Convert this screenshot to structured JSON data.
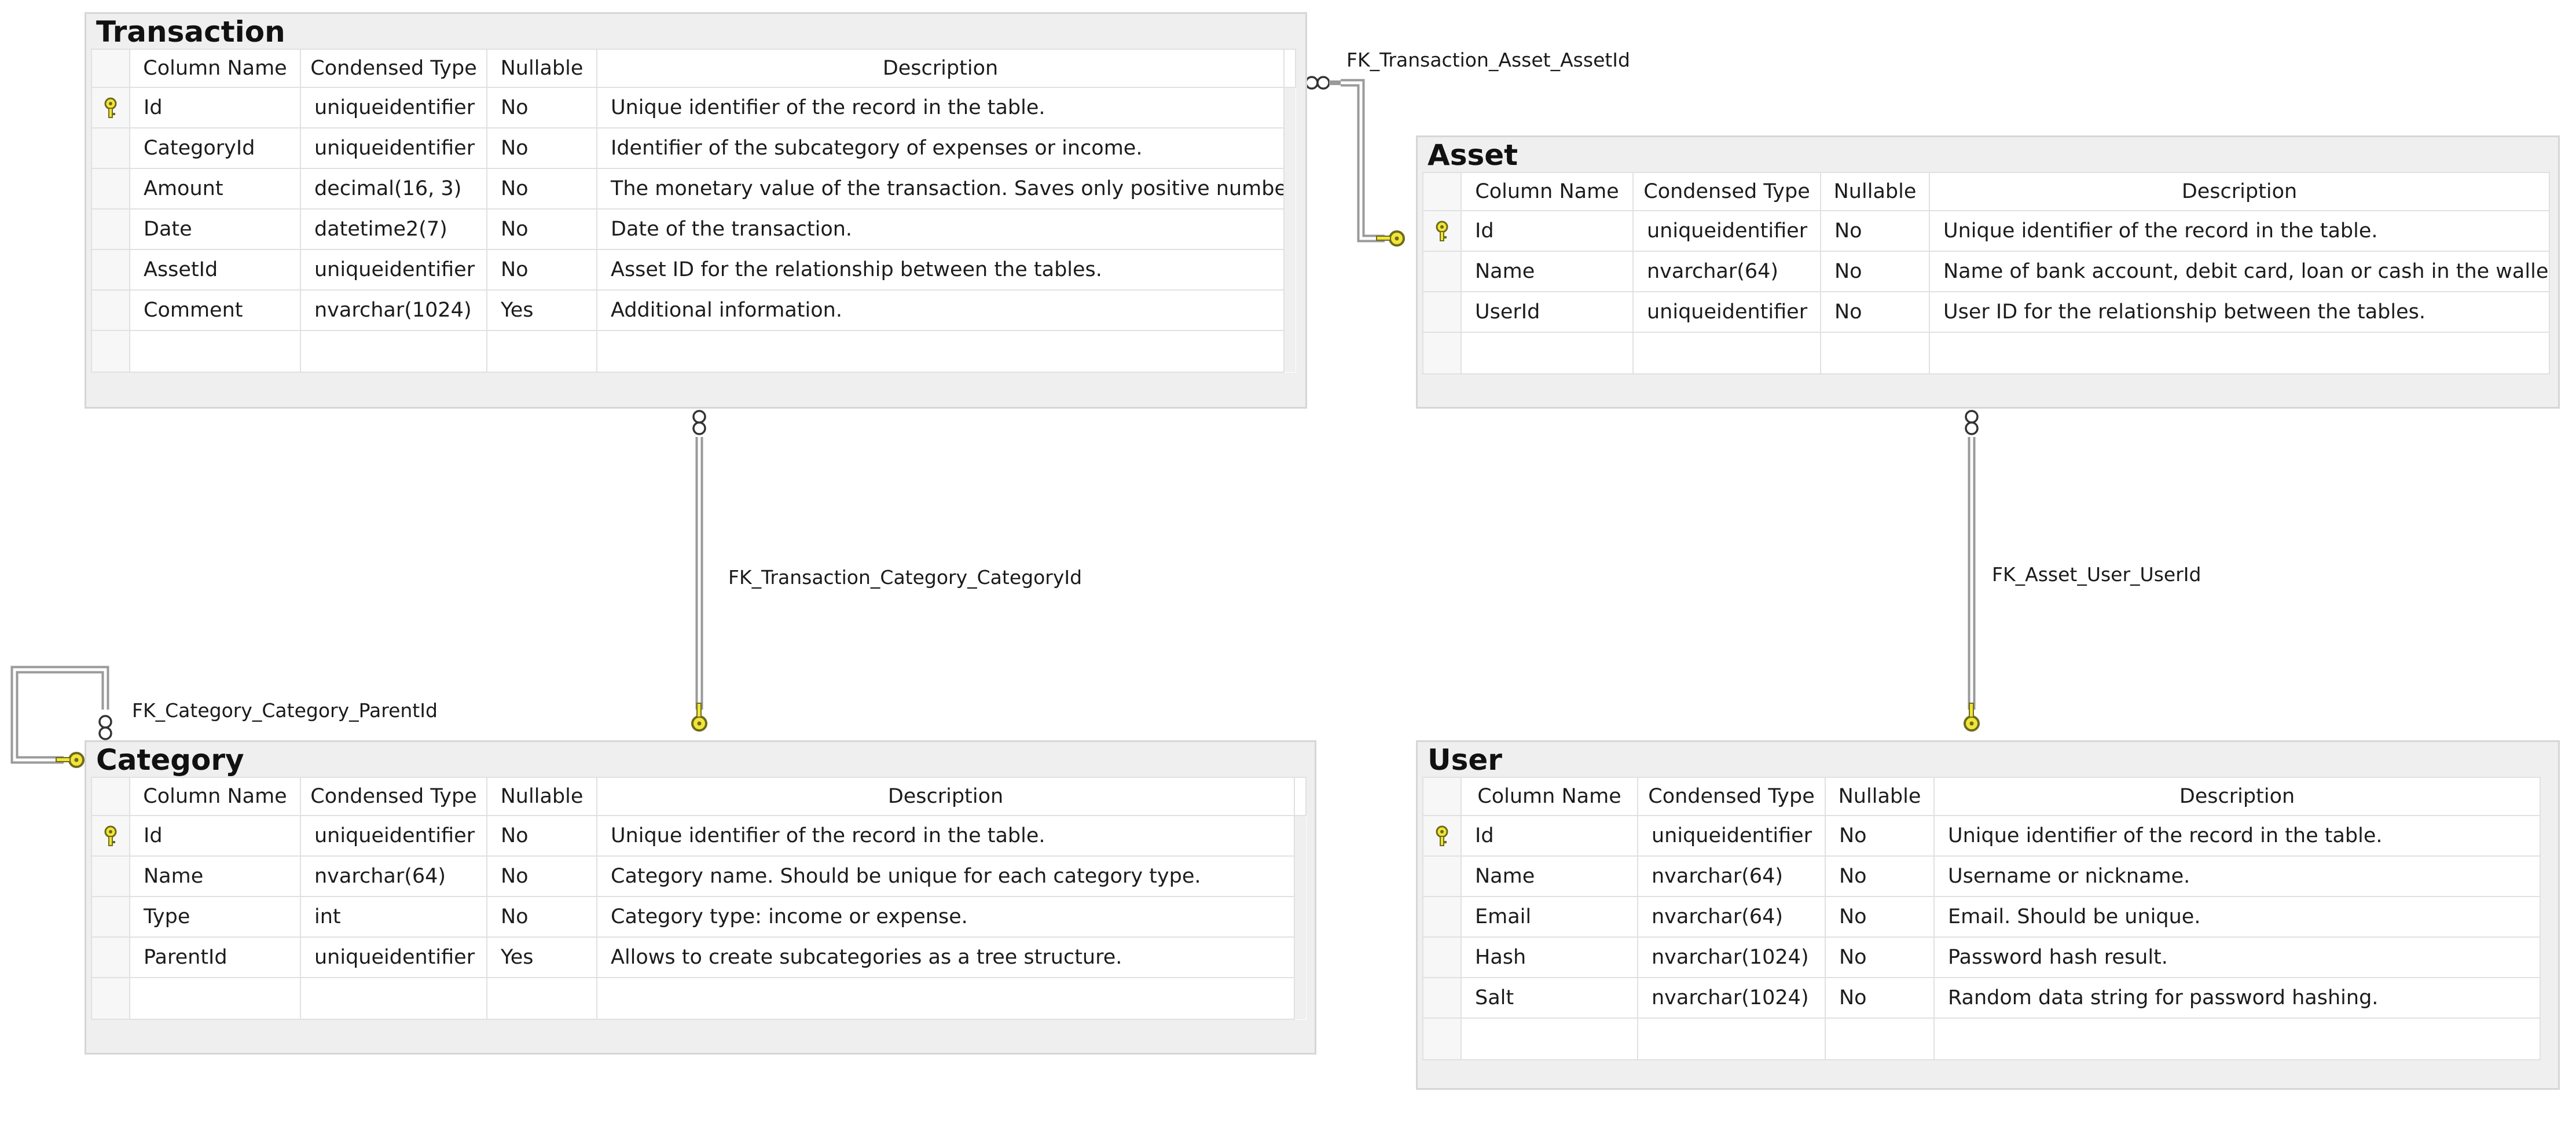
{
  "tables": {
    "transaction": {
      "title": "Transaction",
      "headers": {
        "column_name": "Column Name",
        "condensed_type": "Condensed Type",
        "nullable": "Nullable",
        "description": "Description"
      },
      "rows": [
        {
          "is_primary_key": true,
          "column_name": "Id",
          "condensed_type": "uniqueidentifier",
          "nullable": "No",
          "description": "Unique identifier of the record in the table."
        },
        {
          "is_primary_key": false,
          "column_name": "CategoryId",
          "condensed_type": "uniqueidentifier",
          "nullable": "No",
          "description": "Identifier of the subcategory of expenses or income."
        },
        {
          "is_primary_key": false,
          "column_name": "Amount",
          "condensed_type": "decimal(16, 3)",
          "nullable": "No",
          "description": "The monetary value of the transaction. Saves only positive number."
        },
        {
          "is_primary_key": false,
          "column_name": "Date",
          "condensed_type": "datetime2(7)",
          "nullable": "No",
          "description": "Date of the transaction."
        },
        {
          "is_primary_key": false,
          "column_name": "AssetId",
          "condensed_type": "uniqueidentifier",
          "nullable": "No",
          "description": "Asset ID for the relationship between the tables."
        },
        {
          "is_primary_key": false,
          "column_name": "Comment",
          "condensed_type": "nvarchar(1024)",
          "nullable": "Yes",
          "description": "Additional information."
        }
      ]
    },
    "asset": {
      "title": "Asset",
      "headers": {
        "column_name": "Column Name",
        "condensed_type": "Condensed Type",
        "nullable": "Nullable",
        "description": "Description"
      },
      "rows": [
        {
          "is_primary_key": true,
          "column_name": "Id",
          "condensed_type": "uniqueidentifier",
          "nullable": "No",
          "description": "Unique identifier of the record in the table."
        },
        {
          "is_primary_key": false,
          "column_name": "Name",
          "condensed_type": "nvarchar(64)",
          "nullable": "No",
          "description": "Name of bank account, debit card, loan or cash in the wallet."
        },
        {
          "is_primary_key": false,
          "column_name": "UserId",
          "condensed_type": "uniqueidentifier",
          "nullable": "No",
          "description": "User ID for the relationship between the tables."
        }
      ]
    },
    "category": {
      "title": "Category",
      "headers": {
        "column_name": "Column Name",
        "condensed_type": "Condensed Type",
        "nullable": "Nullable",
        "description": "Description"
      },
      "rows": [
        {
          "is_primary_key": true,
          "column_name": "Id",
          "condensed_type": "uniqueidentifier",
          "nullable": "No",
          "description": "Unique identifier of the record in the table."
        },
        {
          "is_primary_key": false,
          "column_name": "Name",
          "condensed_type": "nvarchar(64)",
          "nullable": "No",
          "description": "Category name. Should be unique for each category type."
        },
        {
          "is_primary_key": false,
          "column_name": "Type",
          "condensed_type": "int",
          "nullable": "No",
          "description": "Category type: income or expense."
        },
        {
          "is_primary_key": false,
          "column_name": "ParentId",
          "condensed_type": "uniqueidentifier",
          "nullable": "Yes",
          "description": "Allows to create subcategories as a tree structure."
        }
      ]
    },
    "user": {
      "title": "User",
      "headers": {
        "column_name": "Column Name",
        "condensed_type": "Condensed Type",
        "nullable": "Nullable",
        "description": "Description"
      },
      "rows": [
        {
          "is_primary_key": true,
          "column_name": "Id",
          "condensed_type": "uniqueidentifier",
          "nullable": "No",
          "description": "Unique identifier of the record in the table."
        },
        {
          "is_primary_key": false,
          "column_name": "Name",
          "condensed_type": "nvarchar(64)",
          "nullable": "No",
          "description": "Username or nickname."
        },
        {
          "is_primary_key": false,
          "column_name": "Email",
          "condensed_type": "nvarchar(64)",
          "nullable": "No",
          "description": "Email. Should be unique."
        },
        {
          "is_primary_key": false,
          "column_name": "Hash",
          "condensed_type": "nvarchar(1024)",
          "nullable": "No",
          "description": "Password hash result."
        },
        {
          "is_primary_key": false,
          "column_name": "Salt",
          "condensed_type": "nvarchar(1024)",
          "nullable": "No",
          "description": "Random data string for password hashing."
        }
      ]
    }
  },
  "relationships": [
    {
      "name": "FK_Transaction_Asset_AssetId",
      "from": "Transaction",
      "to": "Asset"
    },
    {
      "name": "FK_Transaction_Category_CategoryId",
      "from": "Transaction",
      "to": "Category"
    },
    {
      "name": "FK_Asset_User_UserId",
      "from": "Asset",
      "to": "User"
    },
    {
      "name": "FK_Category_Category_ParentId",
      "from": "Category",
      "to": "Category"
    }
  ],
  "colors": {
    "key_icon_fill": "#f1e53a",
    "key_icon_stroke": "#6e6a1c",
    "connector_line": "#9a9a9a",
    "table_header_bg": "#efefef",
    "grid_border": "#e1e1e1"
  },
  "icons": {
    "primary_key": "key-icon",
    "relationship_many_end": "infinity-icon",
    "relationship_one_end": "key-icon"
  }
}
